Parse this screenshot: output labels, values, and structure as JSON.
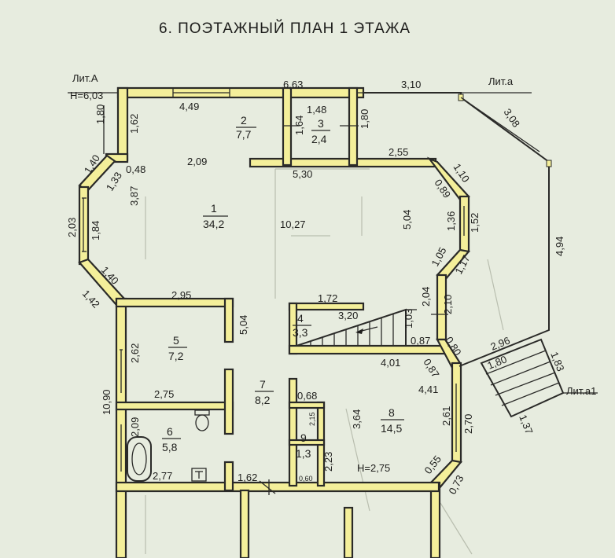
{
  "title": "6. ПОЭТАЖНЫЙ ПЛАН 1 ЭТАЖА",
  "labels": {
    "lit_a_main": "Лит.А",
    "height_main": "Н=6,03",
    "lit_a_small": "Лит.а",
    "lit_a1": "Лит.а1",
    "height_room8": "Н=2,75"
  },
  "rooms": {
    "r1": {
      "num": "1",
      "area": "34,2"
    },
    "r2": {
      "num": "2",
      "area": "7,7"
    },
    "r3": {
      "num": "3",
      "area": "2,4"
    },
    "r4": {
      "num": "4",
      "area": "3,3"
    },
    "r5": {
      "num": "5",
      "area": "7,2"
    },
    "r6": {
      "num": "6",
      "area": "5,8"
    },
    "r7": {
      "num": "7",
      "area": "8,2"
    },
    "r8": {
      "num": "8",
      "area": "14,5"
    },
    "r9": {
      "num": "9",
      "area": "1,3"
    }
  },
  "dims": {
    "d663": "6,63",
    "d310": "3,10",
    "d449": "4,49",
    "d148": "1,48",
    "d180a": "1,80",
    "d162": "1,62",
    "d164": "1,64",
    "d180b": "1,80",
    "d308": "3,08",
    "d209a": "2,09",
    "d048": "0,48",
    "d140a": "1,40",
    "d133": "1,33",
    "d387": "3,87",
    "d530": "5,30",
    "d255": "2,55",
    "d110": "1,10",
    "d089": "0,89",
    "d203": "2,03",
    "d184": "1,84",
    "d1027": "10,27",
    "d504a": "5,04",
    "d136": "1,36",
    "d152": "1,52",
    "d494": "4,94",
    "d140b": "1,40",
    "d142": "1,42",
    "d105": "1,05",
    "d117": "1,17",
    "d204": "2,04",
    "d210": "2,10",
    "d295": "2,95",
    "d504b": "5,04",
    "d172": "1,72",
    "d320": "3,20",
    "d103": "1,03",
    "d087": "0,87",
    "d080": "0,80",
    "d296": "2,96",
    "d180c": "1,80",
    "d183": "1,83",
    "d262": "2,62",
    "d401": "4,01",
    "d087b": "0,87",
    "d441": "4,41",
    "d1090": "10,90",
    "d275": "2,75",
    "d068": "0,68",
    "d364": "3,64",
    "d261": "2,61",
    "d270": "2,70",
    "d209b": "2,09",
    "d215": "2,15",
    "d223": "2,23",
    "d137": "1,37",
    "d055": "0,55",
    "d277": "2,77",
    "d162b": "1,62",
    "d060": "0,60",
    "d073": "0,73"
  }
}
